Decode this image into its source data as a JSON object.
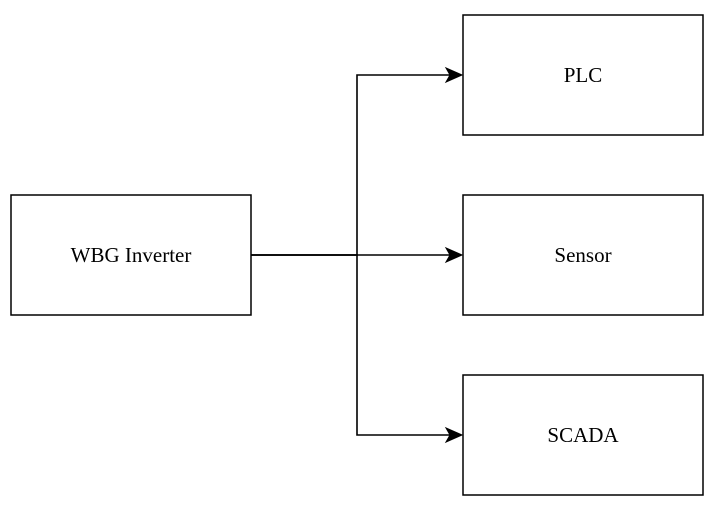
{
  "diagram": {
    "nodes": [
      {
        "id": "wbg-inverter",
        "label": "WBG Inverter"
      },
      {
        "id": "plc",
        "label": "PLC"
      },
      {
        "id": "sensor",
        "label": "Sensor"
      },
      {
        "id": "scada",
        "label": "SCADA"
      }
    ],
    "edges": [
      {
        "from": "wbg-inverter",
        "to": "plc"
      },
      {
        "from": "wbg-inverter",
        "to": "sensor"
      },
      {
        "from": "wbg-inverter",
        "to": "scada"
      }
    ],
    "colors": {
      "stroke": "#000000",
      "fill": "#ffffff",
      "text": "#000000"
    }
  }
}
